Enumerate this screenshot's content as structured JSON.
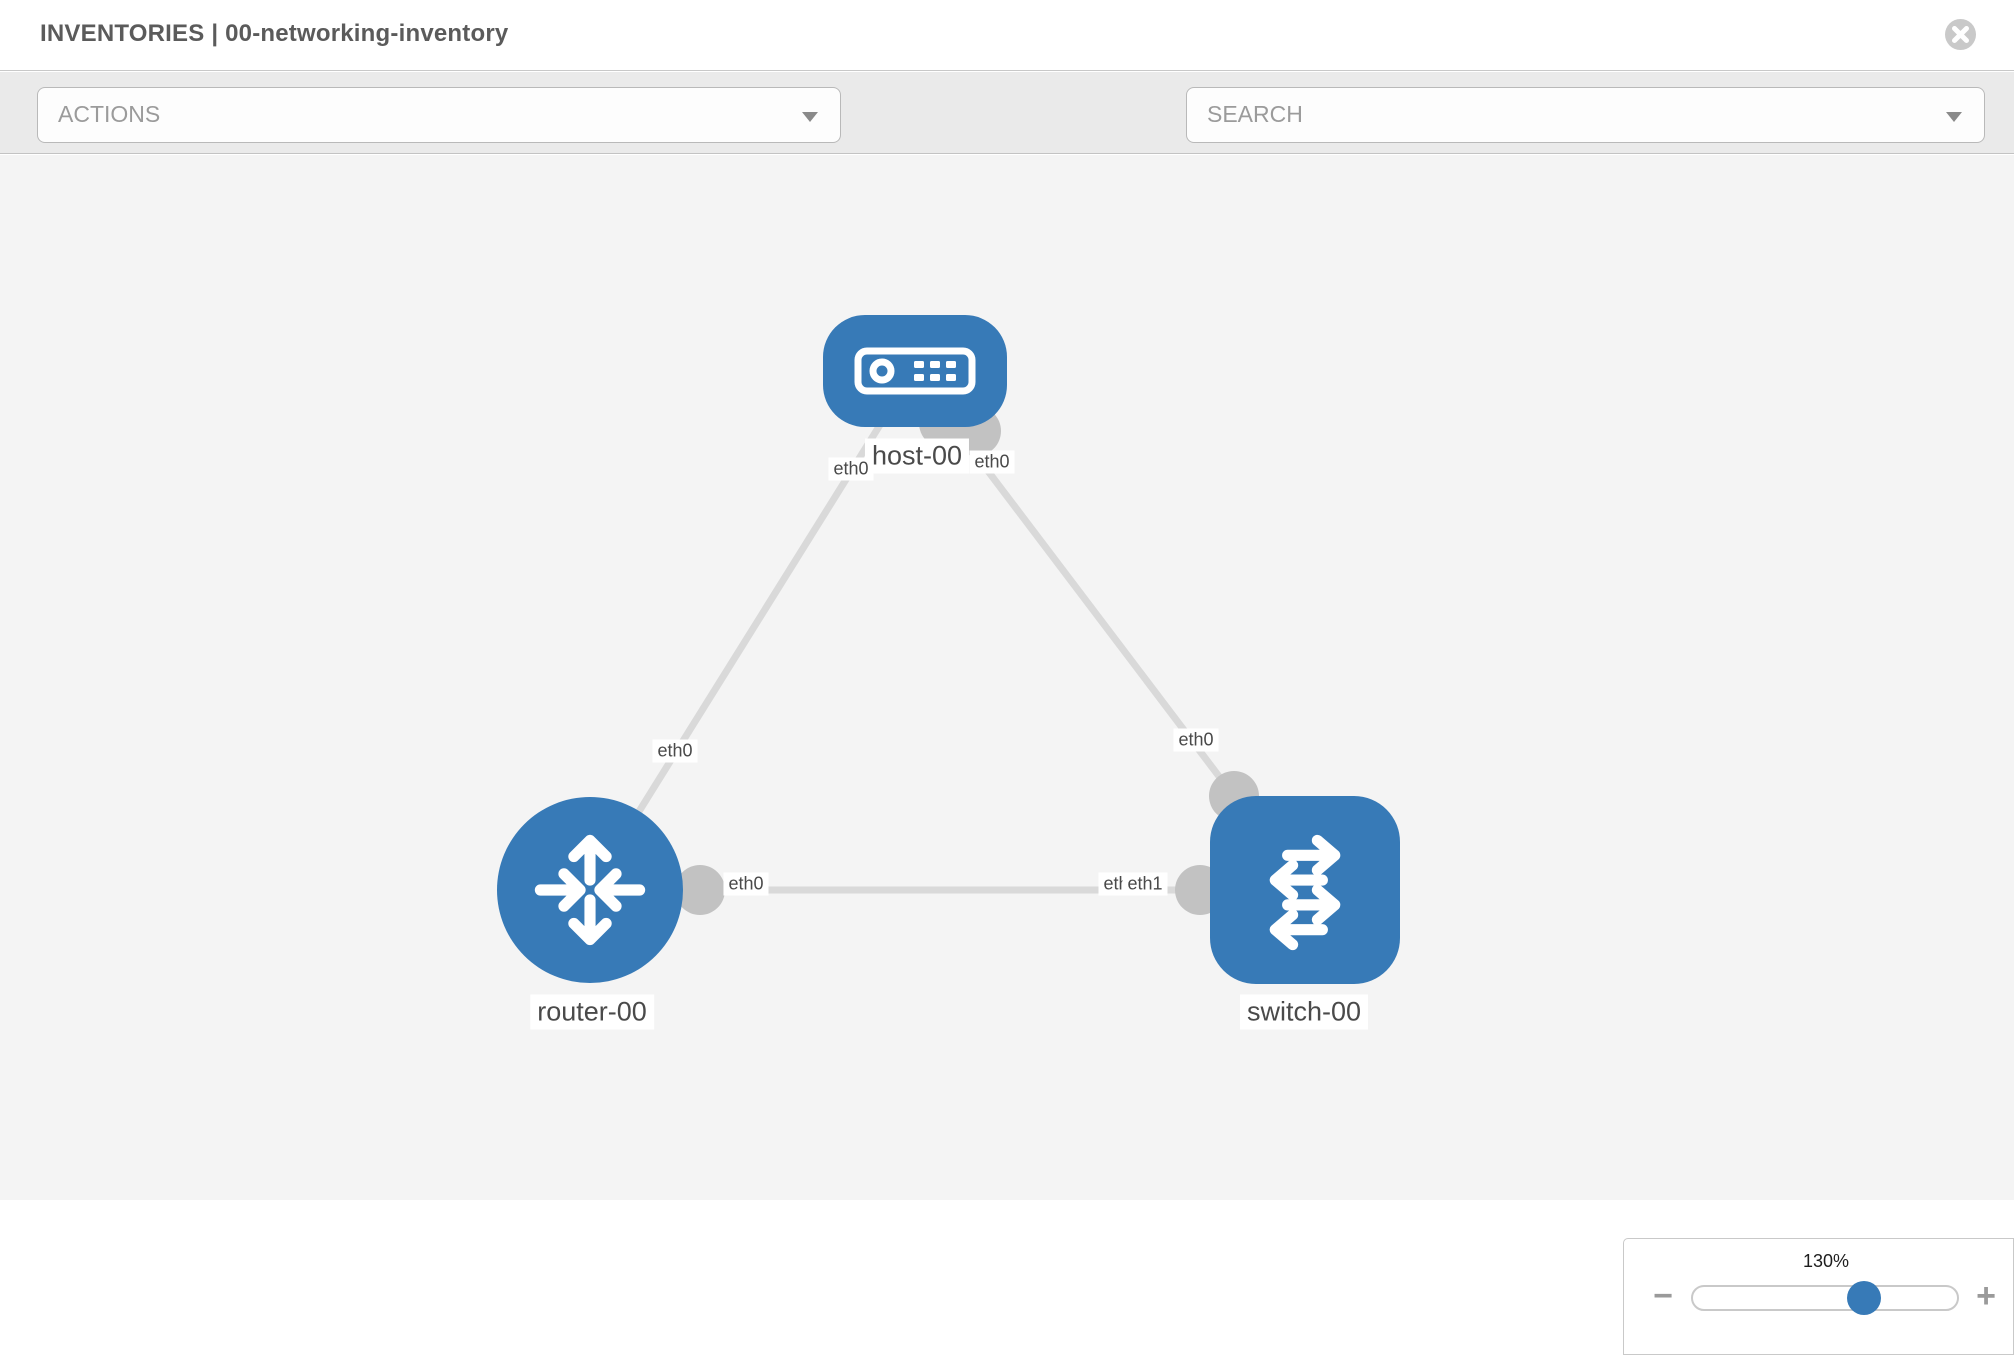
{
  "header": {
    "title": "INVENTORIES | 00-networking-inventory"
  },
  "toolbar": {
    "actions": {
      "placeholder": "ACTIONS"
    },
    "search": {
      "placeholder": "SEARCH"
    },
    "icons": [
      "wrench-icon",
      "key-icon"
    ]
  },
  "canvas": {
    "nodes": [
      {
        "id": "host-00",
        "type": "host",
        "label": "host-00"
      },
      {
        "id": "router-00",
        "type": "router",
        "label": "router-00"
      },
      {
        "id": "switch-00",
        "type": "switch",
        "label": "switch-00"
      }
    ],
    "links": [
      {
        "from": "host-00",
        "from_if": "eth0",
        "to": "router-00",
        "to_if": "eth0"
      },
      {
        "from": "host-00",
        "from_if": "eth0",
        "to": "switch-00",
        "to_if": "eth0"
      },
      {
        "from": "router-00",
        "from_if": "eth0",
        "to": "switch-00",
        "to_if": "eth1"
      }
    ],
    "overlap_label": "eth0"
  },
  "zoom": {
    "level": "130%",
    "minus": "−",
    "plus": "+"
  },
  "colors": {
    "node_blue": "#377ab7",
    "link_gray": "#d9d9d9",
    "connector_gray": "#c2c2c2",
    "canvas_bg": "#f4f4f4",
    "toolbar_bg": "#eaeaea"
  }
}
